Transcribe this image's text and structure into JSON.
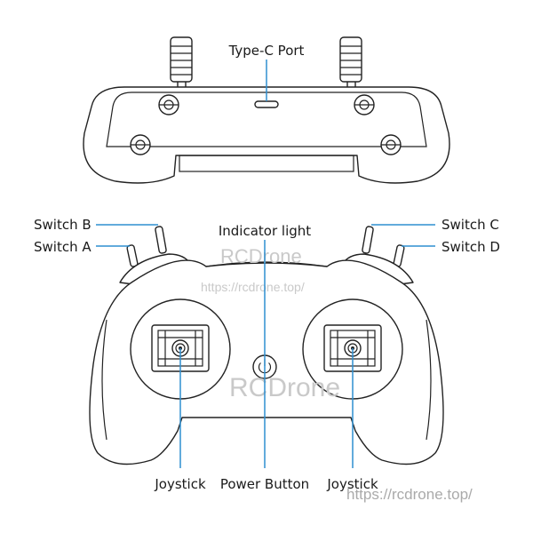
{
  "labels": {
    "type_c_port": "Type-C Port",
    "switch_b": "Switch B",
    "switch_a": "Switch A",
    "indicator_light": "Indicator light",
    "switch_c": "Switch C",
    "switch_d": "Switch D",
    "joystick_left": "Joystick",
    "power_button": "Power Button",
    "joystick_right": "Joystick"
  },
  "watermark": {
    "brand_top": "RCDrone",
    "url_top": "https://rcdrone.top/",
    "brand_center": "RCDrone",
    "url_bottom": "https://rcdrone.top/"
  },
  "colors": {
    "callout_line": "#2f8fd0",
    "outline": "#222222",
    "watermark": "#c9c9c9"
  }
}
